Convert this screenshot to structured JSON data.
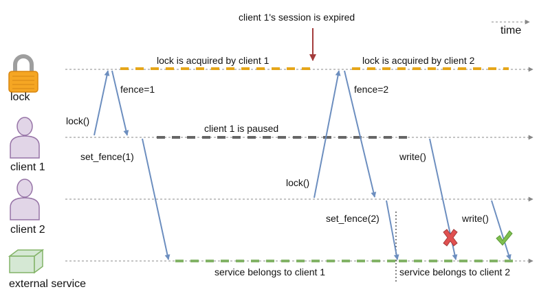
{
  "top_note": "client 1's session is expired",
  "time_label": "time",
  "actors": {
    "lock": "lock",
    "client1": "client 1",
    "client2": "client 2",
    "service": "external service"
  },
  "segments": {
    "lock_client1": "lock is acquired by client 1",
    "lock_client2": "lock is acquired by client 2",
    "client1_paused": "client 1 is paused",
    "service_client1": "service belongs to client 1",
    "service_client2": "service belongs to client 2"
  },
  "messages": {
    "lock_call_1": "lock()",
    "fence_1": "fence=1",
    "set_fence_1": "set_fence(1)",
    "lock_call_2": "lock()",
    "fence_2": "fence=2",
    "set_fence_2": "set_fence(2)",
    "write_1": "write()",
    "write_2": "write()"
  },
  "outcomes": {
    "write_1": "rejected",
    "write_2": "accepted"
  },
  "colors": {
    "lock_bar": "#E6A619",
    "client_bar": "#666666",
    "service_bar": "#82B366",
    "arrow": "#6C8EBF",
    "session_arrow": "#A33B3B",
    "reject": "#E05050",
    "accept": "#7FBF4F",
    "actor_person_fill": "#E1D5E7",
    "actor_person_stroke": "#9673A6",
    "lock_body": "#F5A623",
    "lock_shackle": "#9E9E9E",
    "service_box": "#D5E8D4"
  },
  "icons": {
    "lock": "padlock-icon",
    "client1": "person-icon",
    "client2": "person-icon",
    "service": "cube-icon"
  }
}
